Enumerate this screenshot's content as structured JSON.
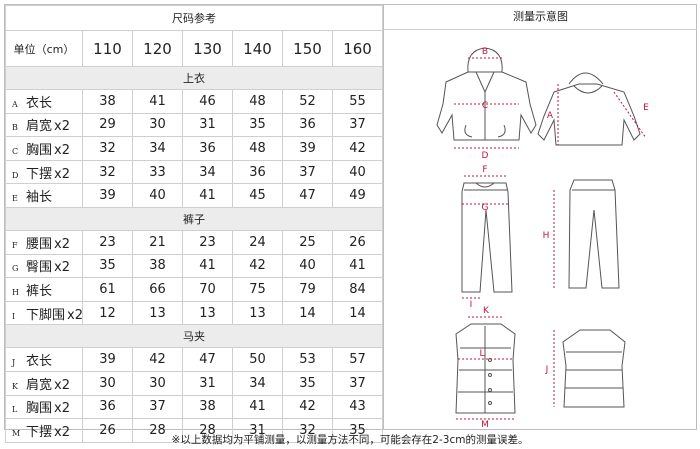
{
  "left_title": "尺码参考",
  "right_title": "测量示意图",
  "unit_label": "单位（cm）",
  "sizes": [
    "110",
    "120",
    "130",
    "140",
    "150",
    "160"
  ],
  "sections": [
    {
      "name": "上衣",
      "rows": [
        {
          "code": "A",
          "label": "衣长",
          "suffix": "",
          "values": [
            "38",
            "41",
            "46",
            "48",
            "52",
            "55"
          ]
        },
        {
          "code": "B",
          "label": "肩宽",
          "suffix": "x2",
          "values": [
            "29",
            "30",
            "31",
            "35",
            "36",
            "37"
          ]
        },
        {
          "code": "C",
          "label": "胸围",
          "suffix": "x2",
          "values": [
            "32",
            "34",
            "36",
            "48",
            "39",
            "42"
          ]
        },
        {
          "code": "D",
          "label": "下摆",
          "suffix": "x2",
          "values": [
            "32",
            "33",
            "34",
            "36",
            "37",
            "40"
          ]
        },
        {
          "code": "E",
          "label": "袖长",
          "suffix": "",
          "values": [
            "39",
            "40",
            "41",
            "45",
            "47",
            "49"
          ]
        }
      ]
    },
    {
      "name": "裤子",
      "rows": [
        {
          "code": "F",
          "label": "腰围",
          "suffix": "x2",
          "values": [
            "23",
            "21",
            "23",
            "24",
            "25",
            "26"
          ]
        },
        {
          "code": "G",
          "label": "臀围",
          "suffix": "x2",
          "values": [
            "35",
            "38",
            "41",
            "42",
            "40",
            "41"
          ]
        },
        {
          "code": "H",
          "label": "裤长",
          "suffix": "",
          "values": [
            "61",
            "66",
            "70",
            "75",
            "79",
            "84"
          ]
        },
        {
          "code": "I",
          "label": "下脚围",
          "suffix": "x2",
          "values": [
            "12",
            "13",
            "13",
            "13",
            "14",
            "14"
          ]
        }
      ]
    },
    {
      "name": "马夹",
      "rows": [
        {
          "code": "J",
          "label": "衣长",
          "suffix": "",
          "values": [
            "39",
            "42",
            "47",
            "50",
            "53",
            "57"
          ]
        },
        {
          "code": "K",
          "label": "肩宽",
          "suffix": "x2",
          "values": [
            "30",
            "30",
            "31",
            "34",
            "35",
            "37"
          ]
        },
        {
          "code": "L",
          "label": "胸围",
          "suffix": "x2",
          "values": [
            "36",
            "37",
            "38",
            "41",
            "42",
            "43"
          ]
        },
        {
          "code": "M",
          "label": "下摆",
          "suffix": "x2",
          "values": [
            "26",
            "28",
            "28",
            "31",
            "32",
            "35"
          ]
        }
      ]
    }
  ],
  "diagram_labels": [
    "B",
    "C",
    "D",
    "A",
    "E",
    "F",
    "G",
    "H",
    "I",
    "K",
    "L",
    "M",
    "J"
  ],
  "footnote": "※以上数据均为平铺测量，以测量方法不同，可能会存在2-3cm的测量误差。",
  "colors": {
    "border": "#cfcfcf",
    "section_bg": "#ececec",
    "measure": "#c0143c",
    "sketch": "#555555"
  }
}
